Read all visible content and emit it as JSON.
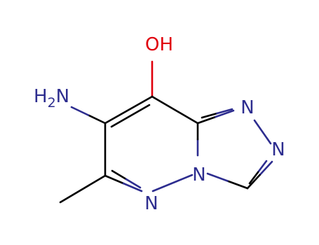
{
  "molecule": {
    "colors": {
      "carbon_bond": "#000000",
      "nitrogen": "#2d2d8f",
      "oxygen": "#e0000b"
    },
    "labels": {
      "hydroxyl": "OH",
      "amine_prefix": "H",
      "amine_subscript": "2",
      "amine_suffix": "N",
      "ring_n_bottom": "N",
      "ring_n_bridge": "N",
      "triazole_n_top": "N",
      "triazole_n_right": "N"
    }
  }
}
